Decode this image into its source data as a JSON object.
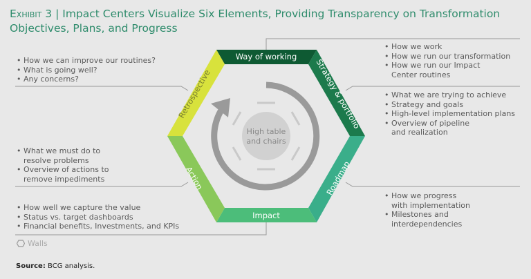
{
  "title": {
    "exhibit": "Exhibit 3",
    "separator": "|",
    "text": "Impact Centers Visualize Six Elements, Providing Transparency on Transformation Objectives, Plans, and Progress"
  },
  "segments": {
    "way_of_working": "Way of working",
    "strategy": "Strategy & portfolio",
    "roadmap": "Roadmap",
    "impact": "Impact",
    "action": "Action",
    "retrospective": "Retrospective"
  },
  "colors": {
    "way_of_working": "#0e5a33",
    "strategy": "#1c7a4c",
    "roadmap": "#3aae8a",
    "impact": "#4cbd7a",
    "action": "#8ac85a",
    "retrospective": "#d8e23c"
  },
  "center": {
    "line1": "High table",
    "line2": "and chairs"
  },
  "lists": {
    "retrospective": [
      "How we can improve our routines?",
      "What is going well?",
      "Any concerns?"
    ],
    "way_of_working": [
      "How we work",
      "How we run our transformation",
      "How we run our Impact",
      "Center routines"
    ],
    "strategy": [
      "What we are trying to achieve",
      "Strategy and goals",
      "High-level implementation plans",
      "Overview of pipeline",
      "and realization"
    ],
    "action": [
      "What we must do to",
      "resolve problems",
      "Overview of actions to",
      "remove impediments"
    ],
    "roadmap": [
      "How we progress",
      "with implementation",
      "Milestones and",
      "interdependencies"
    ],
    "impact": [
      "How well we capture the value",
      "Status vs. target dashboards",
      "Financial benefits, Investments, and KPIs"
    ]
  },
  "legend": {
    "walls": "Walls"
  },
  "source": {
    "label": "Source:",
    "text": "BCG analysis."
  }
}
